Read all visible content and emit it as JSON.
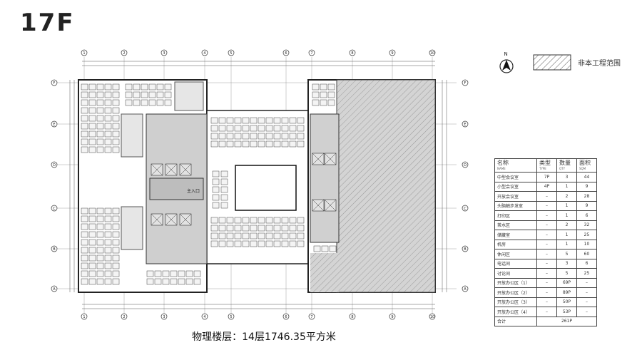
{
  "floor": "17F",
  "caption": "物理楼层：14层1746.35平方米",
  "legend": {
    "north_label": "N",
    "hatch_label": "非本工程范围"
  },
  "plan": {
    "column_axes": [
      "1",
      "2",
      "3",
      "4",
      "5",
      "6",
      "7",
      "8",
      "9",
      "10"
    ],
    "row_axes": [
      "F",
      "E",
      "D",
      "C",
      "B",
      "A"
    ],
    "main_entrance": "主入口",
    "colors": {
      "line": "#333333",
      "fill_gray": "#c8c8c8",
      "hatch": "#888888"
    }
  },
  "schedule": {
    "headers": [
      {
        "cn": "名称",
        "en": "NAME"
      },
      {
        "cn": "类型",
        "en": "TYPE"
      },
      {
        "cn": "数量",
        "en": "QTY"
      },
      {
        "cn": "面积",
        "en": "SQM"
      }
    ],
    "rows": [
      {
        "name": "中型会议室",
        "type": "7P",
        "qty": "3",
        "area": "44"
      },
      {
        "name": "小型会议室",
        "type": "4P",
        "qty": "1",
        "area": "9"
      },
      {
        "name": "开放会议室",
        "type": "–",
        "qty": "2",
        "area": "28"
      },
      {
        "name": "头脑触步发室",
        "type": "–",
        "qty": "1",
        "area": "9"
      },
      {
        "name": "打印区",
        "type": "–",
        "qty": "1",
        "area": "6"
      },
      {
        "name": "茶水区",
        "type": "–",
        "qty": "2",
        "area": "32"
      },
      {
        "name": "储藏室",
        "type": "–",
        "qty": "1",
        "area": "25"
      },
      {
        "name": "机房",
        "type": "–",
        "qty": "1",
        "area": "10"
      },
      {
        "name": "休闲区",
        "type": "–",
        "qty": "5",
        "area": "60"
      },
      {
        "name": "电话间",
        "type": "–",
        "qty": "3",
        "area": "6"
      },
      {
        "name": "讨论间",
        "type": "–",
        "qty": "5",
        "area": "25"
      },
      {
        "name": "开放办公区（1）",
        "type": "–",
        "qty": "69P",
        "area": "–"
      },
      {
        "name": "开放办公区（2）",
        "type": "–",
        "qty": "89P",
        "area": "–"
      },
      {
        "name": "开放办公区（3）",
        "type": "–",
        "qty": "50P",
        "area": "–"
      },
      {
        "name": "开放办公区（4）",
        "type": "–",
        "qty": "53P",
        "area": "–"
      }
    ],
    "total": {
      "label": "合计",
      "value": "261P"
    }
  }
}
